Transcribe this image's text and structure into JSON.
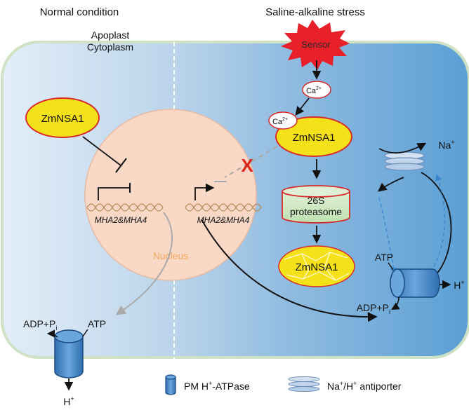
{
  "headers": {
    "left": "Normal condition",
    "right": "Saline-alkaline stress"
  },
  "compartments": {
    "apoplast": "Apoplast",
    "cytoplasm": "Cytoplasm",
    "nucleus": "Nucleus"
  },
  "sensor": "Sensor",
  "calcium": {
    "base": "Ca",
    "charge": "2+"
  },
  "protein": "ZmNSA1",
  "proteasome": {
    "line1": "26S",
    "line2": "proteasome"
  },
  "genes": {
    "left": "MHA2&MHA4",
    "right": "MHA2&MHA4"
  },
  "inhibition_mark": "X",
  "atp": "ATP",
  "adp": {
    "base": "ADP+P",
    "sub": "i"
  },
  "proton": {
    "base": "H",
    "sup": "+"
  },
  "sodium": {
    "base": "Na",
    "sup": "+"
  },
  "legend": {
    "pump_label_pre": "PM H",
    "pump_label_sup": "+",
    "pump_label_post": "-ATPase",
    "antiporter_pre": "Na",
    "antiporter_sup1": "+",
    "antiporter_mid": "/H",
    "antiporter_sup2": "+",
    "antiporter_post": " antiporter"
  },
  "colors": {
    "protein_fill": "#f5e11a",
    "protein_stroke": "#d82a2a",
    "sensor_fill": "#e8202a",
    "nucleus_fill": "#f9d9c6",
    "pump_fill": "#4f8fcf",
    "cell_blue": "#5b9fd4"
  }
}
